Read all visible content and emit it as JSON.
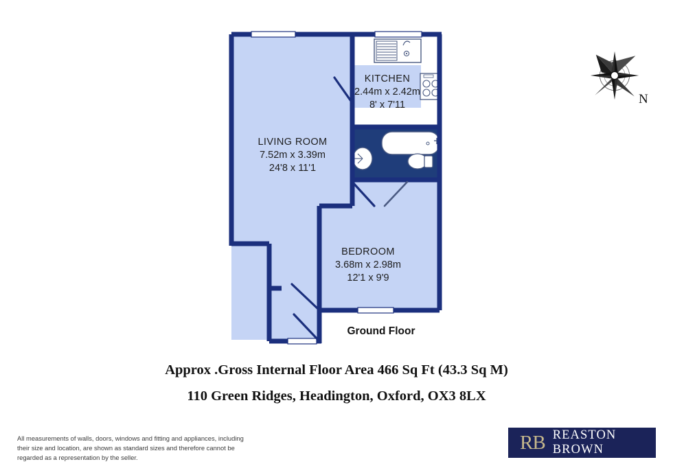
{
  "document": {
    "type": "floor-plan",
    "floor_label": "Ground Floor",
    "area_line": "Approx .Gross Internal Floor Area 466 Sq Ft (43.3 Sq M)",
    "address_line": "110 Green Ridges, Headington, Oxford, OX3 8LX",
    "disclaimer": "All measurements of walls, doors, windows and fitting and appliances, including their size and location, are shown as standard sizes and therefore cannot be regarded as a representation by the seller."
  },
  "compass": {
    "north_label": "N"
  },
  "branding": {
    "monogram": "RB",
    "company": "REASTON BROWN"
  },
  "rooms": [
    {
      "id": "living-room",
      "name": "LIVING ROOM",
      "metric": "7.52m x 3.39m",
      "imperial": "24'8 x 11'1"
    },
    {
      "id": "kitchen",
      "name": "KITCHEN",
      "metric": "2.44m x 2.42m",
      "imperial": "8' x 7'11"
    },
    {
      "id": "bedroom",
      "name": "BEDROOM",
      "metric": "3.68m x 2.98m",
      "imperial": "12'1 x 9'9"
    }
  ],
  "fixtures": [
    {
      "id": "kitchen-sink",
      "name": "sink-with-drainer"
    },
    {
      "id": "kitchen-hob",
      "name": "hob-four-burner"
    },
    {
      "id": "bath",
      "name": "bathtub"
    },
    {
      "id": "basin",
      "name": "wash-basin"
    },
    {
      "id": "toilet",
      "name": "toilet"
    }
  ],
  "colors": {
    "wall": "#1b2f7d",
    "room_fill": "#c5d4f5",
    "bathroom_fill": "#1f3d7a",
    "fixture_stroke": "#4a5a82",
    "logo_bg": "#1b2359",
    "logo_mono": "#c6b88c",
    "text": "#1d1d1d"
  }
}
